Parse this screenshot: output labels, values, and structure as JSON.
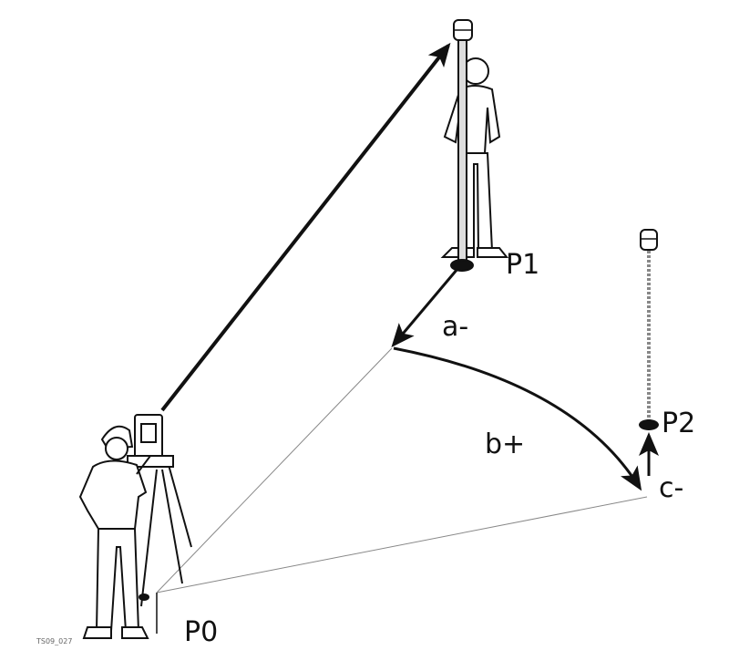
{
  "labels": {
    "p0": "P0",
    "p1": "P1",
    "p2": "P2",
    "a": "a-",
    "b": "b+",
    "c": "c-",
    "code": "TS09_027"
  },
  "colors": {
    "ink": "#111111",
    "thin_line": "#888888",
    "figure_fill": "#ffffff"
  }
}
